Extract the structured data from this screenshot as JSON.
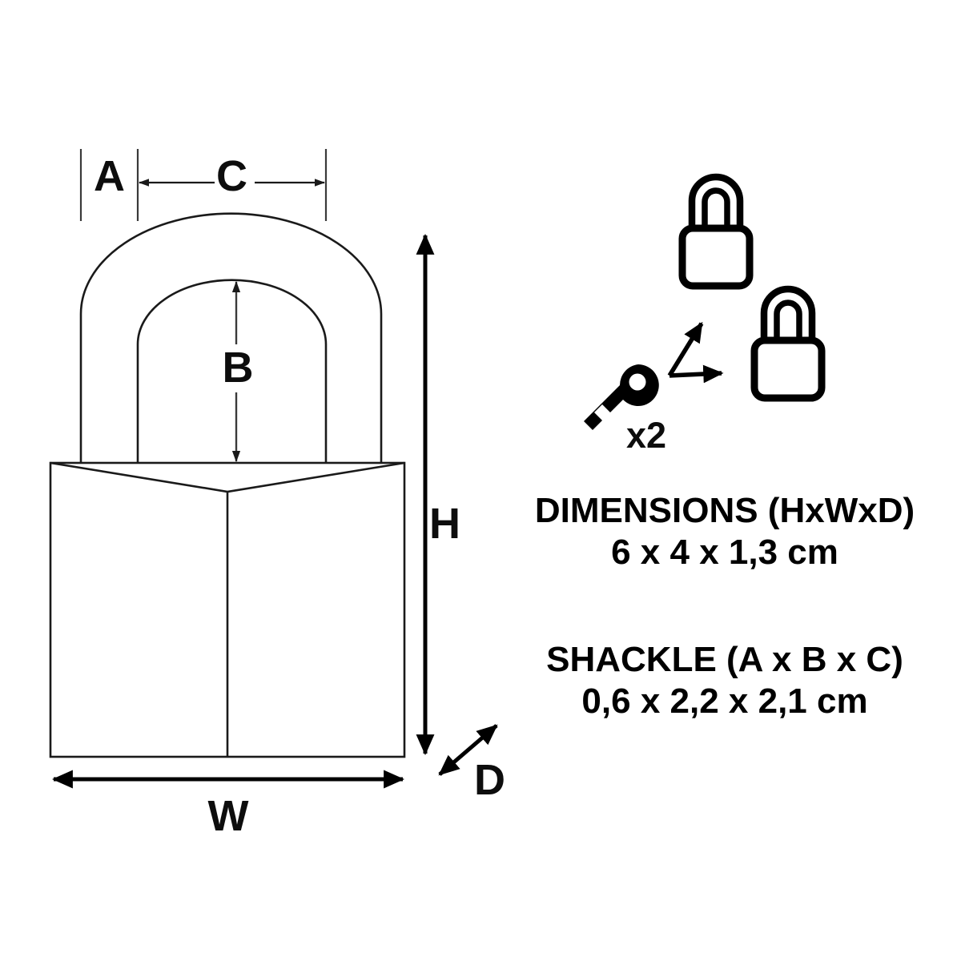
{
  "diagram": {
    "subject": "padlock-dimension-diagram",
    "background_color": "#ffffff",
    "line_color": "#1a1a1a",
    "text_color": "#000000"
  },
  "dimension_labels": {
    "a": "A",
    "b": "B",
    "c": "C",
    "h": "H",
    "w": "W",
    "d": "D"
  },
  "key_group": {
    "quantity_label": "x2",
    "key_icon": "key-icon",
    "padlock_icon": "padlock-icon",
    "arrow_icon": "arrow-icon"
  },
  "specs": {
    "dimensions_heading": "DIMENSIONS (HxWxD)",
    "dimensions_value": "6 x 4 x 1,3 cm",
    "shackle_heading": "SHACKLE (A x B x C)",
    "shackle_value": "0,6 x 2,2 x 2,1 cm"
  }
}
